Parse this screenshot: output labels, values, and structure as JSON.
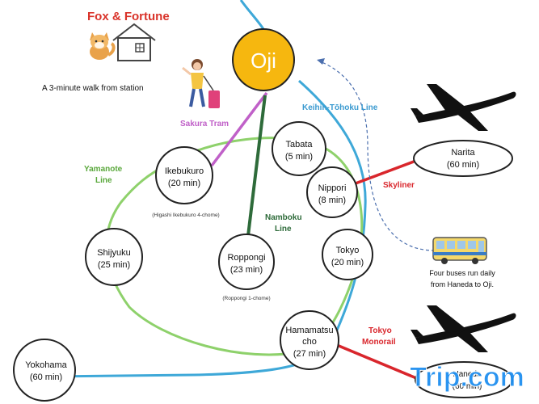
{
  "title": "Fox & Fortune",
  "walk_note": "A 3-minute walk from station",
  "hub": "Oji",
  "stations": [
    {
      "id": "tabata",
      "name": "Tabata",
      "time": "(5 min)"
    },
    {
      "id": "nippori",
      "name": "Nippori",
      "time": "(8 min)"
    },
    {
      "id": "ikebukuro",
      "name": "Ikebukuro",
      "time": "(20 min)",
      "sub": "(Higashi Ikebukuro 4-chome)"
    },
    {
      "id": "shinjuku",
      "name": "Shijyuku",
      "time": "(25 min)"
    },
    {
      "id": "roppongi",
      "name": "Roppongi",
      "time": "(23 min)",
      "sub": "(Roppongi 1-chome)"
    },
    {
      "id": "tokyo",
      "name": "Tokyo",
      "time": "(20 min)"
    },
    {
      "id": "hamamatsucho",
      "name_line1": "Hamamatsu",
      "name_line2": "cho",
      "time": "(27 min)"
    },
    {
      "id": "yokohama",
      "name": "Yokohama",
      "time": "(60 min)"
    },
    {
      "id": "narita",
      "name": "Narita",
      "time": "(60 min)"
    },
    {
      "id": "haneda",
      "name": "Haneda",
      "time": "(60 min)"
    }
  ],
  "lines": {
    "sakura_tram": "Sakura Tram",
    "keihin_tohoku": "Keihin-Tōhoku Line",
    "yamanote_1": "Yamanote",
    "yamanote_2": "Line",
    "namboku_1": "Namboku",
    "namboku_2": "Line",
    "skyliner": "Skyliner",
    "monorail_1": "Tokyo",
    "monorail_2": "Monorail"
  },
  "bus_note_1": "Four buses run daily",
  "bus_note_2": "from Haneda to Oji.",
  "watermark": "Trip.com",
  "colors": {
    "oji_fill": "#f6b70f",
    "title_red": "#d9332a",
    "sakura": "#c060c8",
    "keihin": "#3ea8d8",
    "yamanote": "#8ed16b",
    "namboku": "#2e6b3a",
    "red_line": "#d9262c",
    "yamanote_label": "#5aa83c",
    "keihin_label": "#3a9ad0",
    "namboku_label": "#2e6b3a",
    "watermark": "#1f8ff0"
  },
  "icons": [
    "fox-icon",
    "house-icon",
    "traveler-icon",
    "airplane-icon",
    "bus-icon"
  ]
}
